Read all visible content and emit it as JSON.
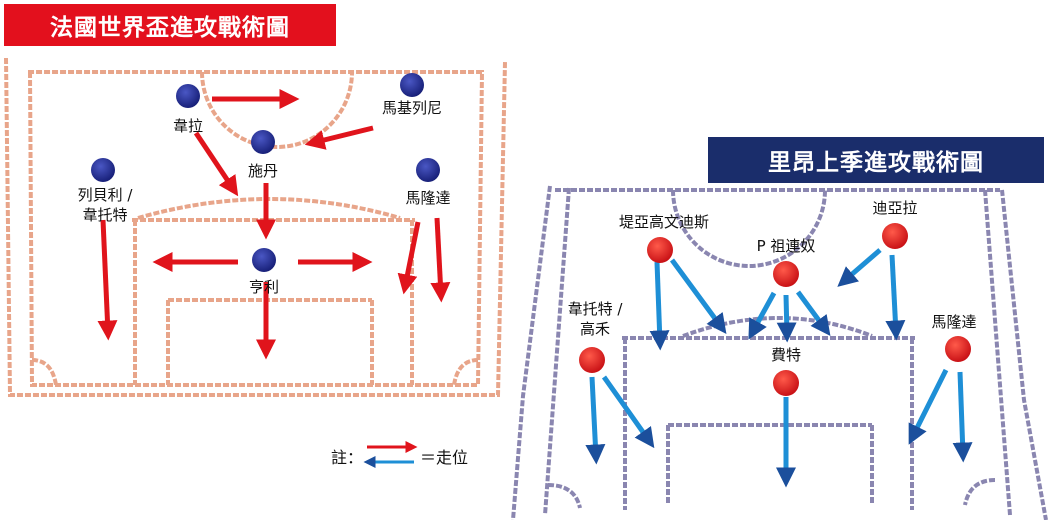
{
  "titles": {
    "france": "法國世界盃進攻戰術圖",
    "lyon": "里昂上季進攻戰術圖"
  },
  "france": {
    "players": {
      "weila": "韋拉",
      "majilieni": "馬基列尼",
      "shidan": "施丹",
      "libeili_line1": "列貝利 /",
      "libeili_line2": "韋托特",
      "malongda": "馬隆達",
      "hengli": "亨利"
    },
    "colors": {
      "court": "#e8a58a",
      "player": "#1f2a8c",
      "arrow": "#e0141c"
    }
  },
  "lyon": {
    "players": {
      "tiyagao": "堤亞高文迪斯",
      "diyala": "迪亞拉",
      "zulian": "P 祖連奴",
      "weituote_line1": "韋托特 /",
      "weituote_line2": "高禾",
      "malongda": "馬隆達",
      "feite": "費特"
    },
    "colors": {
      "court": "#8a86b0",
      "player": "#e2131c",
      "arrow": "#1e8fd6"
    }
  },
  "legend": {
    "prefix": "註：",
    "meaning": "＝走位"
  }
}
